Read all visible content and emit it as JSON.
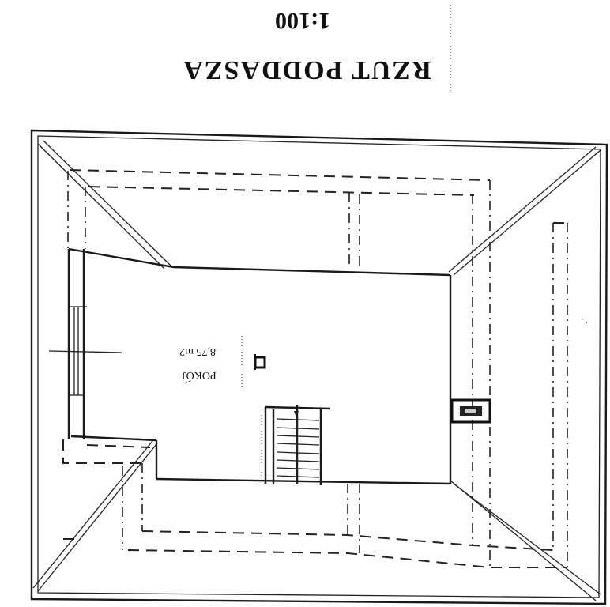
{
  "drawing": {
    "title": "RZUT PODDASZA",
    "scale": "1:100",
    "orientation": "rotated 180°",
    "rooms": [
      {
        "name": "POKÓJ",
        "area": "8,75 m2"
      }
    ],
    "elements": [
      "outer-roof-outline",
      "hip-lines",
      "knee-wall-dashed-lines",
      "staircase",
      "chimney",
      "window",
      "skylight-marker"
    ]
  }
}
